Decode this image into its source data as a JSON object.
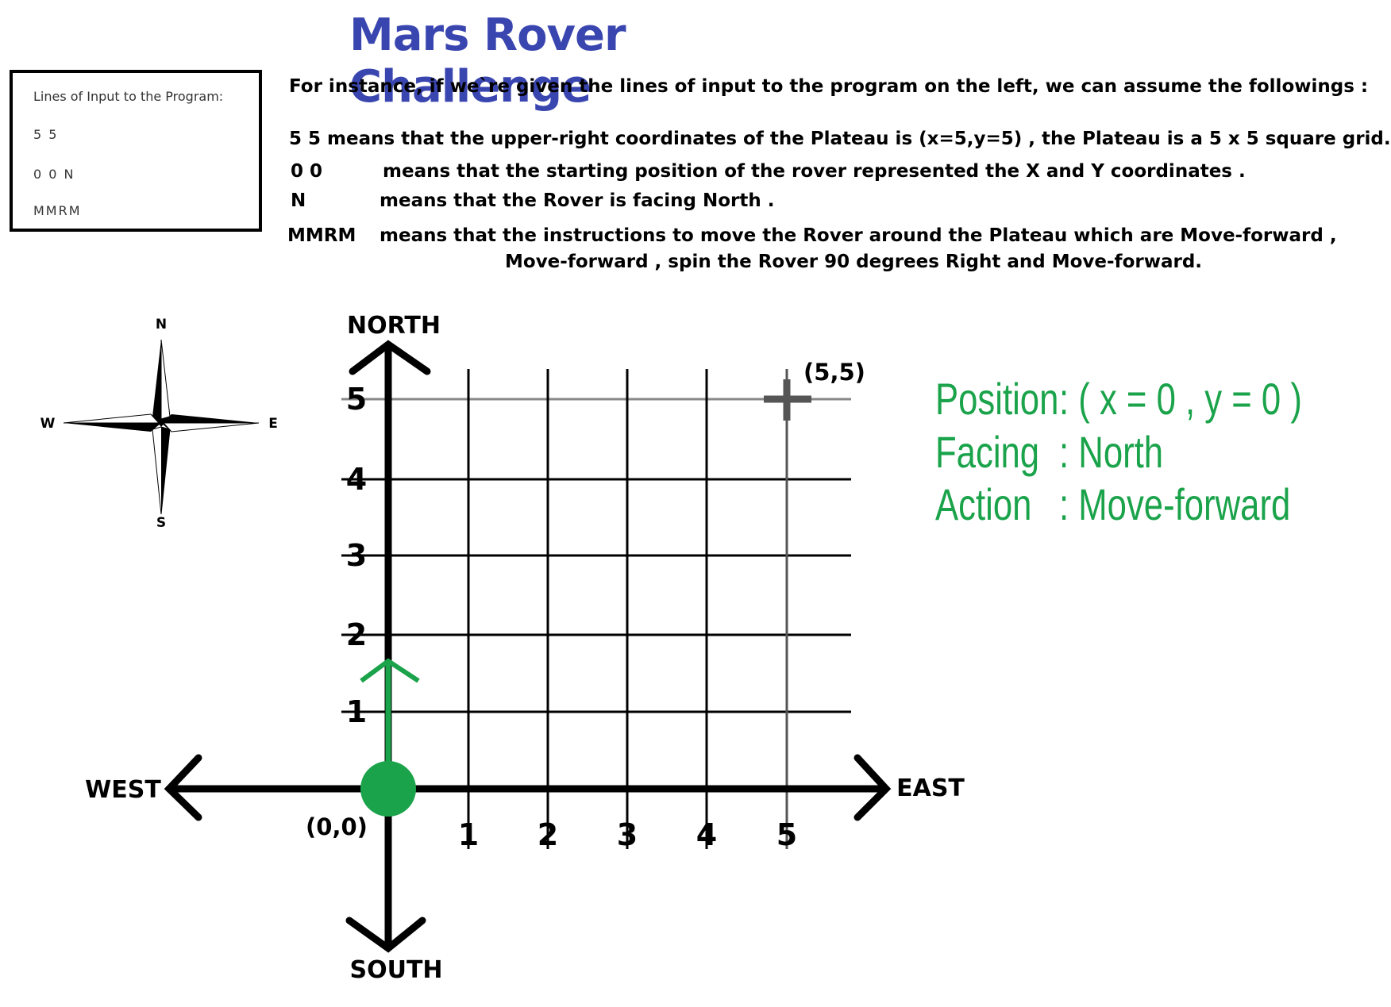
{
  "title": "Mars Rover Challenge",
  "input_box": {
    "header": "Lines of Input to the Program:",
    "lines": [
      "5 5",
      "0 0 N",
      "MMRM"
    ]
  },
  "explanation": {
    "intro": "For instance, if we`re given the lines of input to the program on the left, we can assume the followings :",
    "line1": "5 5 means that the upper-right coordinates of the Plateau is (x=5,y=5) , the Plateau is a 5 x 5 square grid.",
    "line2_key": "0 0",
    "line2_text": "means that the starting position of the rover represented the X and Y coordinates .",
    "line3_key": "N",
    "line3_text": "means that the Rover is facing North .",
    "line4_key": "MMRM",
    "line4_text": "means that  the instructions to move the Rover around the Plateau which are Move-forward ,",
    "line4_cont": "Move-forward , spin the Rover 90 degrees Right and Move-forward."
  },
  "compass": {
    "n": "N",
    "e": "E",
    "s": "S",
    "w": "W"
  },
  "grid": {
    "north": "NORTH",
    "south": "SOUTH",
    "east": "EAST",
    "west": "WEST",
    "origin_label": "(0,0)",
    "corner_label": "(5,5)",
    "x_ticks": [
      "1",
      "2",
      "3",
      "4",
      "5"
    ],
    "y_ticks": [
      "1",
      "2",
      "3",
      "4",
      "5"
    ]
  },
  "status": {
    "position_label": "Position",
    "position_value": ": ( x = 0 , y = 0 )",
    "facing_label": "Facing",
    "facing_value": ": North",
    "action_label": "Action",
    "action_value": ": Move-forward"
  },
  "colors": {
    "title": "#3a46b0",
    "status": "#1aa34a",
    "rover": "#1aa34a"
  }
}
